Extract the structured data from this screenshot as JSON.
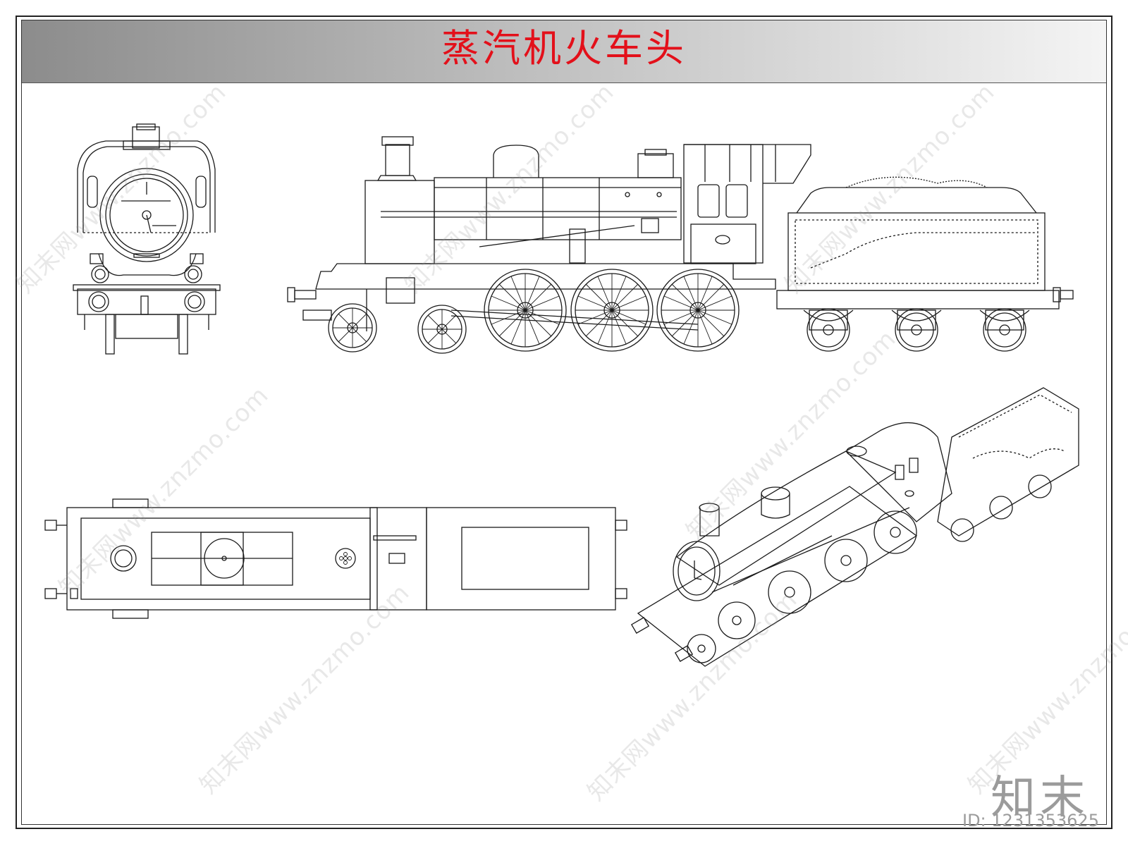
{
  "title": "蒸汽机火车头",
  "watermark": {
    "text": "知末网www.znzmo.com",
    "logo": "知末",
    "id": "ID: 1231353625"
  },
  "views": [
    "front-view",
    "side-view",
    "top-view",
    "isometric-view"
  ],
  "colors": {
    "title": "#e3101a",
    "line": "#1a1a1a",
    "band_start": "#8c8c8c",
    "band_end": "#f4f4f4"
  }
}
